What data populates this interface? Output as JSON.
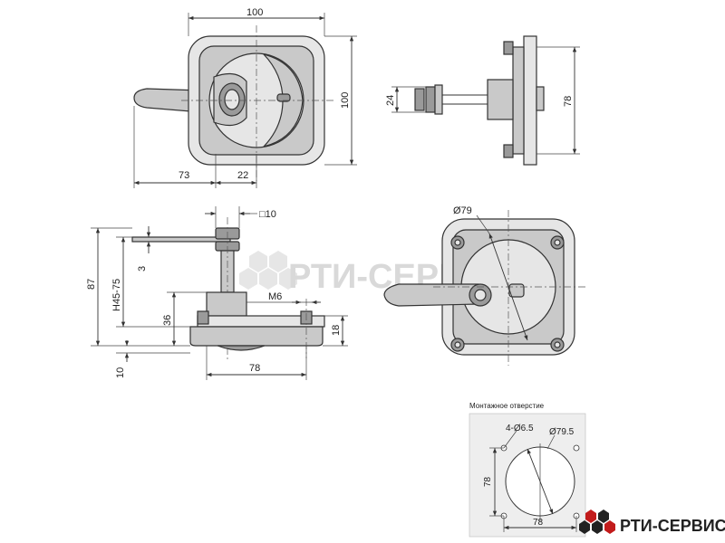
{
  "front_view": {
    "dim_width": "100",
    "dim_height": "100",
    "dim_handle": "73",
    "dim_offset": "22"
  },
  "side_view": {
    "dim_24": "24",
    "dim_78": "78"
  },
  "section_view": {
    "dim_square": "□10",
    "dim_87": "87",
    "dim_h": "H45-75",
    "dim_3": "3",
    "dim_36": "36",
    "dim_m6": "M6",
    "dim_18": "18",
    "dim_10": "10",
    "dim_78": "78"
  },
  "rear_view": {
    "dim_diameter": "Ø79"
  },
  "mounting": {
    "title": "Монтажное отверстие",
    "holes": "4-Ø6.5",
    "diameter": "Ø79.5",
    "dim_vertical": "78",
    "dim_horizontal": "78"
  },
  "watermark": "РТИ-СЕРВИС",
  "logo": {
    "text": "РТИ-СЕРВИС",
    "accent_color": "#c21b1b"
  }
}
